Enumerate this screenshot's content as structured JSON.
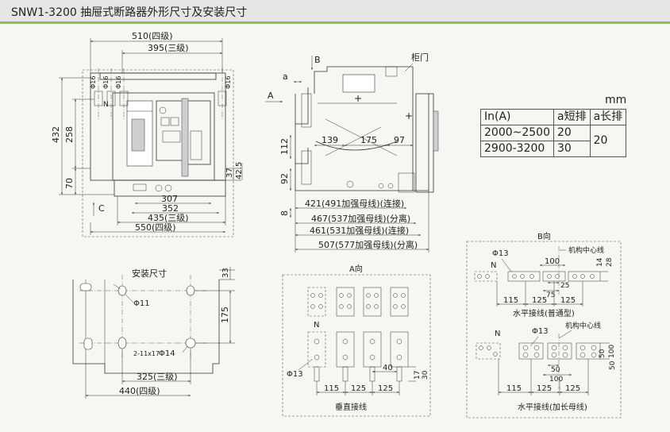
{
  "title": "SNW1-3200 抽屉式断路器外形尺寸及安装尺寸",
  "colors": {
    "accent": "#8cc63f",
    "header_bg": "#e6e6e6",
    "line": "#333333"
  },
  "front_view": {
    "dims": {
      "w510": "510(四级)",
      "w395": "395(三级)",
      "h432": "432",
      "h258": "258",
      "h70": "70",
      "h37": "37",
      "h42_5": "42.5",
      "w307": "307",
      "w352": "352",
      "w435": "435(三级)",
      "w550": "550(四级)"
    },
    "labels": {
      "phase": "Φ16",
      "n": "N",
      "c": "C"
    }
  },
  "side_view": {
    "labels": {
      "b": "B",
      "a_arrow": "A",
      "a": "a",
      "cabinet_door": "柜门"
    },
    "dims": {
      "d139": "139",
      "d175": "175",
      "d97": "97",
      "d112": "112",
      "d92": "92",
      "d8": "8",
      "d421": "421(491加强母线)(连接)",
      "d467": "467(537加强母线)(分离)",
      "d461": "461(531加强母线)(连接)",
      "d507": "507(577加强母线)(分离)"
    }
  },
  "table": {
    "unit": "mm",
    "headers": [
      "In(A)",
      "a短排",
      "a长排"
    ],
    "rows": [
      {
        "in": "2000~2500",
        "short": "20"
      },
      {
        "in": "2900-3200",
        "short": "30"
      }
    ],
    "merged_long": "20"
  },
  "mounting": {
    "title": "安装尺寸",
    "dims": {
      "d33": "33",
      "d175": "175",
      "phi11": "Φ11",
      "slot": "2-11x17",
      "phi14": "Φ14",
      "d325": "325(三级)",
      "d440": "440(四级)"
    }
  },
  "a_view": {
    "title": "A向",
    "labels": {
      "n": "N",
      "phi13": "Φ13"
    },
    "dims": {
      "d115": "115",
      "d125a": "125",
      "d125b": "125",
      "d40": "40",
      "d17": "17",
      "d30": "30"
    },
    "caption": "垂直接线"
  },
  "b_view": {
    "title": "B向",
    "top": {
      "phi13": "Φ13",
      "center": "机构中心线",
      "n": "N",
      "d100": "100",
      "d14": "14",
      "d28": "28",
      "d25": "25",
      "d75": "75",
      "d115": "115",
      "d125a": "125",
      "d125b": "125",
      "caption": "水平接线(普通型)"
    },
    "bottom": {
      "n": "N",
      "phi13": "Φ13",
      "center": "机构中心线",
      "d50a": "50",
      "d50b": "50",
      "d100": "100",
      "d115": "115",
      "d125a": "125",
      "d125b": "125",
      "d50c": "50",
      "d100b": "100",
      "caption": "水平接线(加长母线)"
    }
  }
}
